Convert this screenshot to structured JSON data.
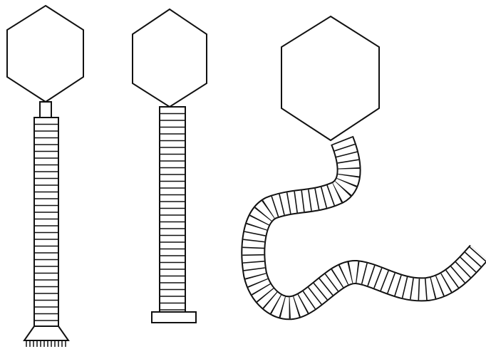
{
  "figure": {
    "phages": [
      {
        "id": "phage-1",
        "tail": "straight-contractile",
        "base": "spiked-baseplate",
        "collar": true
      },
      {
        "id": "phage-2",
        "tail": "straight",
        "base": "flat-baseplate",
        "collar": false
      },
      {
        "id": "phage-3",
        "tail": "long-flexible",
        "base": "none",
        "collar": false
      }
    ],
    "colors": {
      "stroke": "#111111",
      "fill": "#ffffff"
    }
  }
}
